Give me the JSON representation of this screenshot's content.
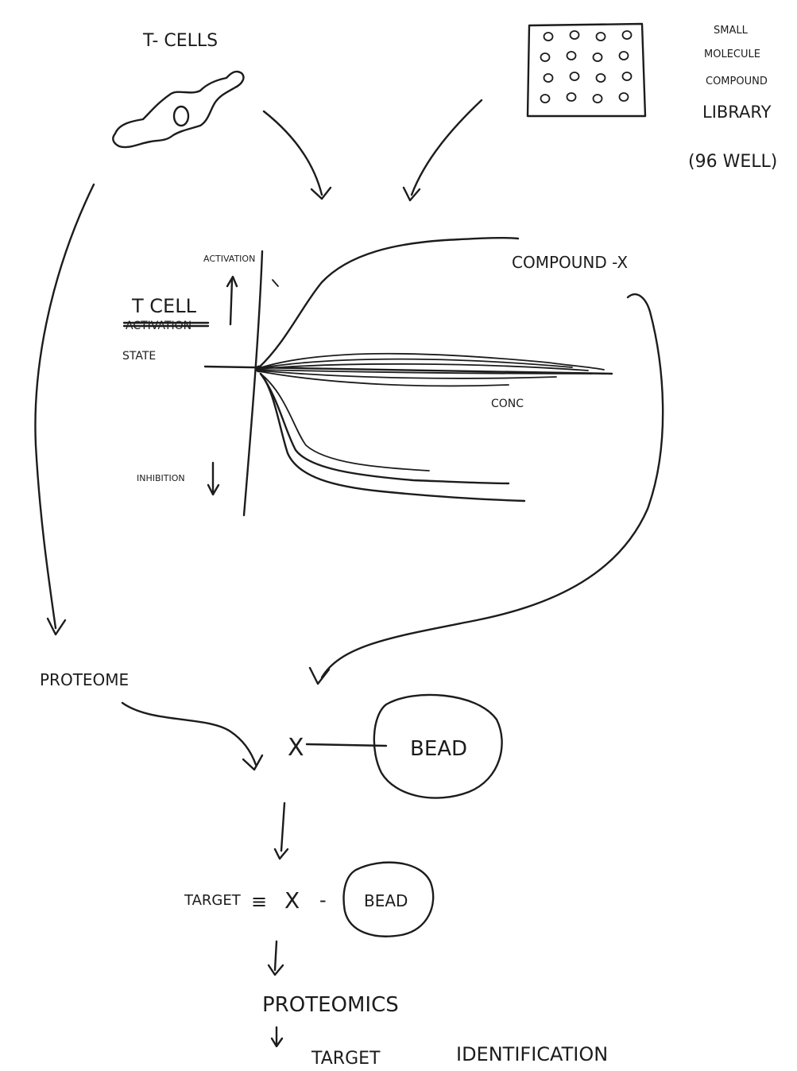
{
  "labels": {
    "t_cells": "T- CELLS",
    "library_line1": "SMALL",
    "library_line2": "MOLECULE",
    "library_line3": "COMPOUND",
    "library_line4": "LIBRARY",
    "library_line5": "(96 WELL)",
    "y_top": "ACTIVATION",
    "y_bottom": "INHIBITION",
    "t_cell_state_line1": "T CELL",
    "t_cell_state_struck": "ACTIVATION",
    "t_cell_state_line2": "STATE",
    "x_axis": "CONC",
    "compound_x": "COMPOUND -X",
    "proteome": "PROTEOME",
    "x_symbol": "X",
    "bead_large": "BEAD",
    "target": "TARGET",
    "equiv": "≡",
    "x_symbol_2": "X",
    "dash": "-",
    "bead_small": "BEAD",
    "proteomics": "PROTEOMICS",
    "target_identification_1": "TARGET",
    "target_identification_2": "IDENTIFICATION"
  },
  "plate": {
    "rows": 4,
    "cols": 4
  }
}
